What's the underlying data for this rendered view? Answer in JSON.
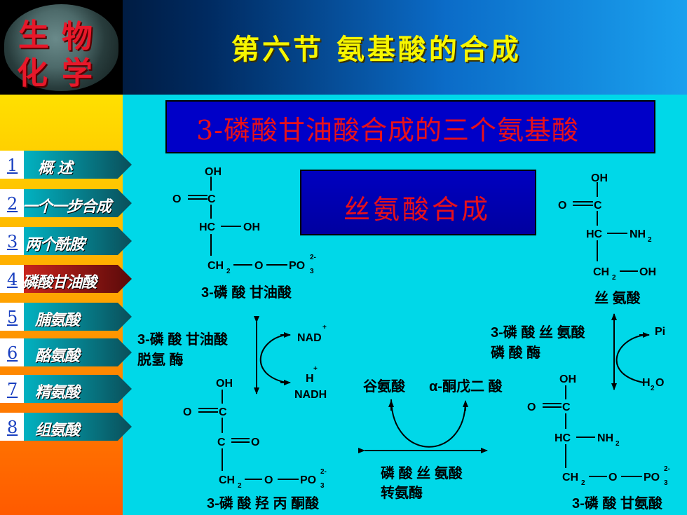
{
  "logo": {
    "chars": [
      "生",
      "物",
      "化",
      "学"
    ]
  },
  "header": {
    "title": "第六节 氨基酸的合成"
  },
  "sidebar": {
    "items": [
      {
        "num": "1",
        "label": "概  述"
      },
      {
        "num": "2",
        "label": "一个一步合成"
      },
      {
        "num": "3",
        "label": "两个酰胺"
      },
      {
        "num": "4",
        "label": "磷酸甘油酸"
      },
      {
        "num": "5",
        "label": "脯氨酸"
      },
      {
        "num": "6",
        "label": "酪氨酸"
      },
      {
        "num": "7",
        "label": "精氨酸"
      },
      {
        "num": "8",
        "label": "组氨酸"
      }
    ]
  },
  "main": {
    "subtitle": "3-磷酸甘油酸合成的三个氨基酸",
    "serine_title": "丝氨酸合成"
  },
  "chem": {
    "oh": "OH",
    "o": "O",
    "c": "C",
    "hc": "HC",
    "ch2": "CH",
    "sub2": "2",
    "sub3": "3",
    "po3": "PO",
    "charge": "2-",
    "nh2": "NH",
    "glycerate_name": "3-磷 酸 甘油酸",
    "serine_name": "丝 氨酸",
    "hydroxypyruvate_name": "3-磷 酸 羟 丙 酮酸",
    "phosphoserine_name": "3-磷 酸 甘氨酸",
    "enzyme1_line1": "3-磷 酸 甘油酸",
    "enzyme1_line2": "脱氢 酶",
    "nad": "NAD",
    "plus": "+",
    "h": "H",
    "nadh": "NADH",
    "glutamate": "谷氨酸",
    "akg": "α-酮戊二 酸",
    "transaminase_line1": "磷 酸 丝 氨酸",
    "transaminase_line2": "转氨酶",
    "phosphatase_line1": "3-磷 酸 丝 氨酸",
    "phosphatase_line2": "磷 酸 酶",
    "pi": "Pi",
    "water_h": "H",
    "water_o": "O"
  },
  "colors": {
    "background": "#00d8e8",
    "title": "#f7f600",
    "accent_red": "#e8101a",
    "box_blue": "#0000c8"
  }
}
